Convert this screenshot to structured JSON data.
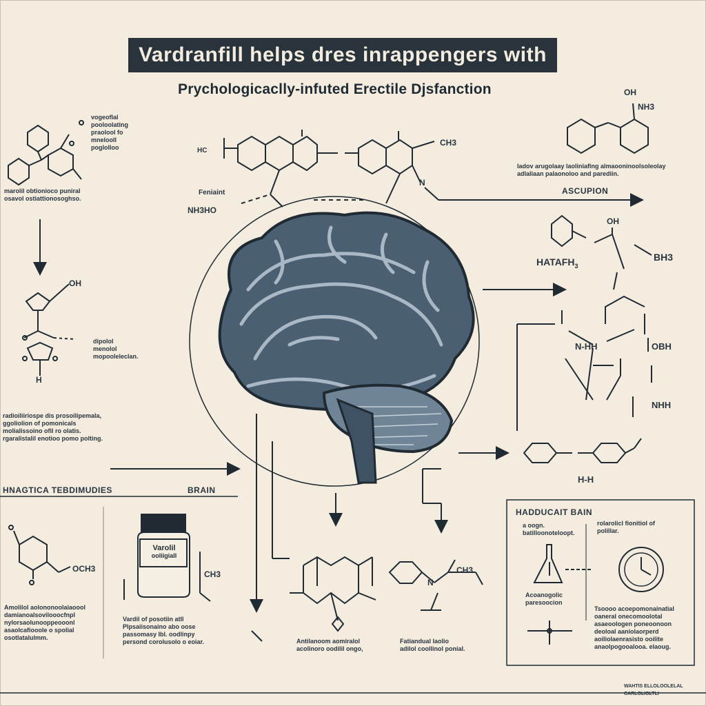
{
  "header": {
    "title": "Vardranfill helps dres inrappengers with",
    "subtitle": "Prychologicaclly-infuted Erectile Djsfanction"
  },
  "notes": {
    "top_left": "vogeoflal\npooloolating\npraolool fo\nmnelooll\npoglolloo",
    "left_caption": "marolil obtionioco puniral\nosavol ostiattionosoghso.",
    "left_mid": "dipolol\nmenolol\nmopooleleclan.",
    "left_lower": "radioiliiriospe dis prosoilipemala,\nggoliolion of pomonicals\nmolialissoino ofil ro olatis.\nrgaralistalil enotioo pomo polting.",
    "right_top": "Iadov arugolaay laoliniafing almaooninoolsoleolay\nadlaliaan palaonoloo and parediin.",
    "right_box_left": "a oogn.\nbatilloonoteloopt.",
    "right_box_right": "rolarolicl fionitiol of\npolillar.",
    "right_box_caption": "Acoanogolic\nparesoocion",
    "right_box_text": "Tsoooo acoepomonainatial\noaneral onecomoolotal\nasaeoologen poneoonoon\ndeoloal aaniolaorperd\naoiliolaenrasisto ooilite\nanaolpogooalooa. elaoug.",
    "bottom_left": "Amolilol aolononoolaiaoool\ndamianoalsovilooocfnpl\nnylorsaolunooppeooonl\nasaolcafiooole o spolial\nosotlatalulmm.",
    "bottom_mid": "Vardil of posotiin atll\nPlpsaiisonaino abo oose\npassomasy Ibl. oodlinpy\npersond corolusolo o eoiar.",
    "bottom_center": "Antilanoom aomiralol\nacolinoro oodilil ongo,",
    "bottom_right": "Fatiandual laolio\nadilol coollinol ponial.",
    "footer": "WAHTIS ELLOLOOLELAL CARLOLIOLTLI"
  },
  "labels": {
    "ascupion": "ASCUPION",
    "hatafh": "HATAFH",
    "hatafh_sub": "3",
    "brain": "BRAIN",
    "section_left": "HNAGTICA TEBDIMUDIES",
    "section_right": "HADDUCAIT BAIN",
    "bottle_name": "Varolil",
    "bottle_sub": "ooliigiall",
    "feniaint": "Feniaint",
    "nh_ho": "NH3HO",
    "hc": "HC",
    "ch3": "CH3",
    "oh": "OH",
    "nh3": "NH3",
    "bh3": "BH3",
    "obh": "OBH",
    "nh": "N-HH",
    "hh": "H-H",
    "nhh": "NHH",
    "och3": "OCH3",
    "h": "H",
    "n": "N"
  },
  "colors": {
    "ink": "#1f2a33",
    "paper": "#f3ecdf",
    "brain_fill": "#4a5f72",
    "brain_light": "#a9b8c4"
  }
}
